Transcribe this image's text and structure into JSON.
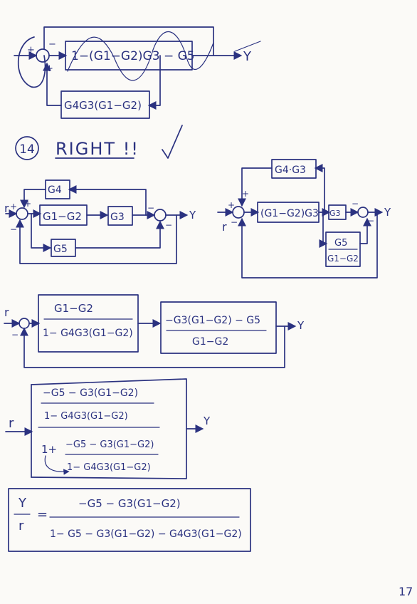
{
  "top_diagram": {
    "plus_left": "+",
    "minus_top": "−",
    "plus_bottom": "+",
    "forward_block": "1−(G1−G2)G3 − G5",
    "output": "Y",
    "feedback_block": "G4G3(G1−G2)"
  },
  "section": {
    "number": "14",
    "title": "RIGHT !!"
  },
  "left_diagram": {
    "input": "r",
    "plus": "+",
    "minus": "−",
    "plus_top": "+",
    "block_g4": "G4",
    "block_g1g2": "G1−G2",
    "block_g3": "G3",
    "block_g5": "G5",
    "sum2_minus_top": "−",
    "sum2_minus_bottom": "−",
    "output": "Y"
  },
  "right_diagram": {
    "input": "r",
    "plus": "+",
    "minus": "−",
    "plus_top": "+",
    "block_top": "G4·G3",
    "block_main": "(G1−G2)G3",
    "block_g3": "G3",
    "block_frac_num": "G5",
    "block_frac_den": "G1−G2",
    "sum2_minus_top": "−",
    "sum2_minus_bottom": "−",
    "output": "Y"
  },
  "mid_diagram": {
    "input": "r",
    "minus": "−",
    "block1_num": "G1−G2",
    "block1_den": "1− G4G3(G1−G2)",
    "block2_num": "−G3(G1−G2) − G5",
    "block2_den": "G1−G2",
    "output": "Y"
  },
  "closed_loop": {
    "input": "r",
    "num_num": "−G5 − G3(G1−G2)",
    "num_den": "1− G4G3(G1−G2)",
    "den_one": "1+",
    "den_frac_num": "−G5 − G3(G1−G2)",
    "den_frac_den": "1− G4G3(G1−G2)",
    "output": "Y"
  },
  "result": {
    "lhs_num": "Y",
    "lhs_den": "r",
    "equals": "=",
    "rhs_num": "−G5 − G3(G1−G2)",
    "rhs_den": "1− G5 − G3(G1−G2) − G4G3(G1−G2)"
  },
  "page_number": "17"
}
